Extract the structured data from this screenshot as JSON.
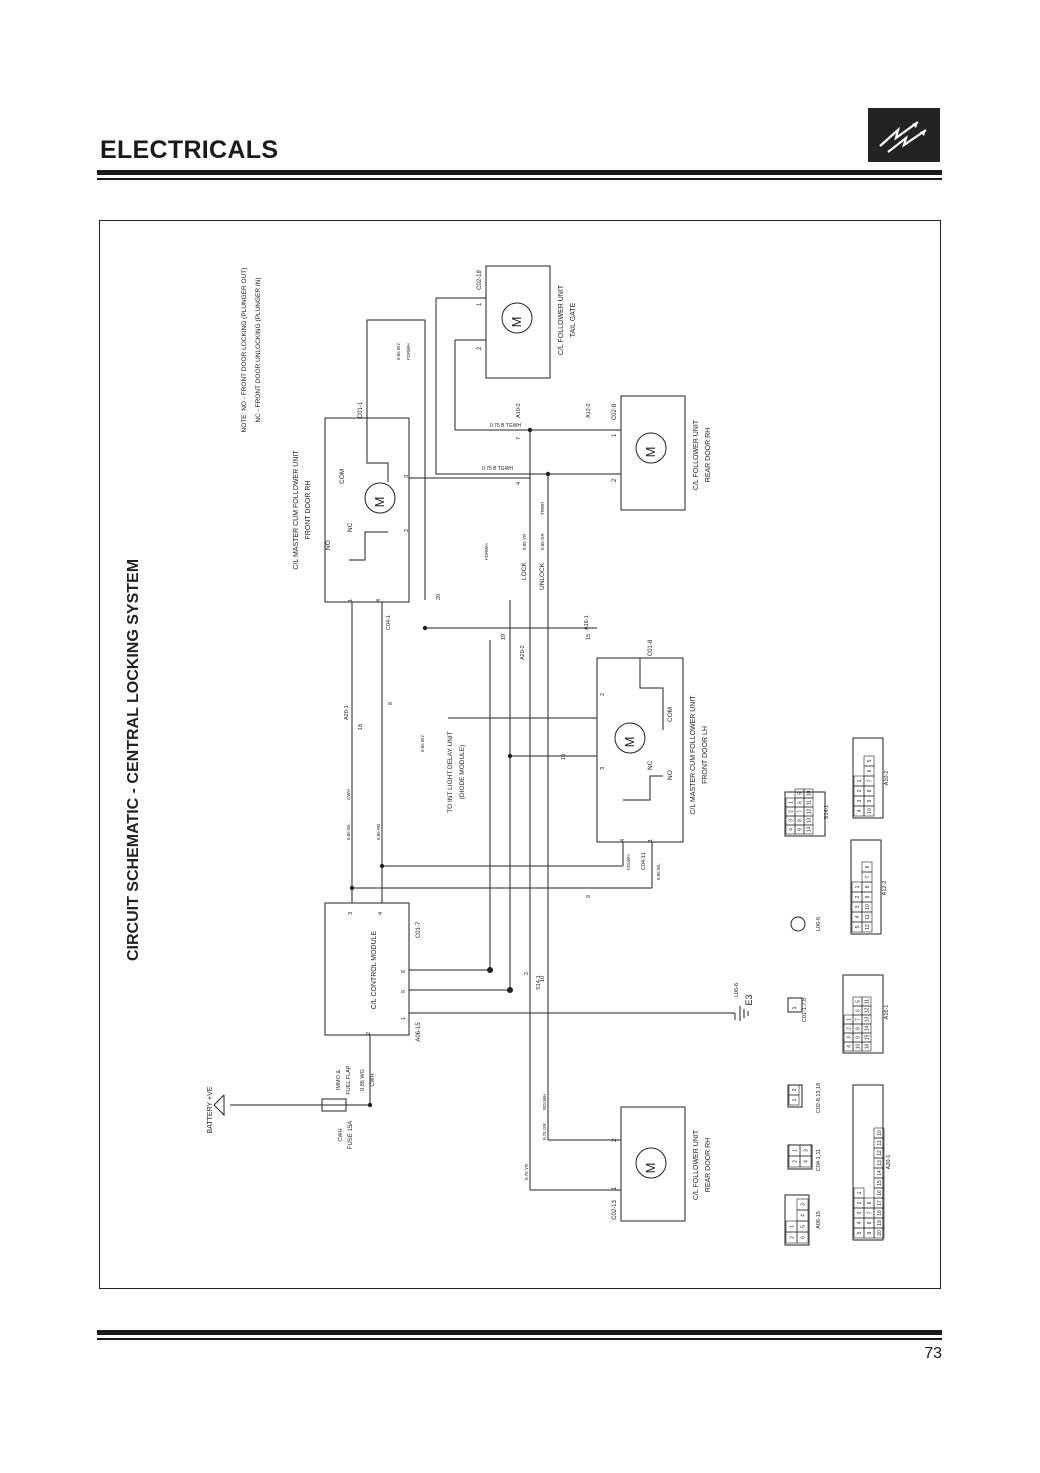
{
  "header": {
    "title": "ELECTRICALS",
    "page_number": "73"
  },
  "diagram": {
    "title": "CIRCUIT SCHEMATIC - CENTRAL LOCKING SYSTEM",
    "notes": {
      "no": "NOTE: NO - FRONT DOOR LOCKING (PLUNGER OUT)",
      "nc": "NC - FRONT DOOR UNLOCKING (PLUNGER IN)"
    },
    "components": {
      "tail_gate": {
        "label": "C/L FOLLOWER UNIT",
        "sub": "TAIL GATE",
        "conn": "C02-18",
        "pin1": "1",
        "pin2": "2"
      },
      "rear_rh_top": {
        "label": "C/L FOLLOWER UNIT",
        "sub": "REAR DOOR RH",
        "conn": "C02-8",
        "pin1": "1",
        "pin2": "2"
      },
      "front_rh": {
        "label": "C/L MASTER CUM FOLLOWER UNIT",
        "sub": "FRONT DOOR RH",
        "conn": "C01-1",
        "no": "NO",
        "nc": "NC",
        "com": "COM",
        "pin1": "1",
        "pin2": "2",
        "pin3": "3",
        "pin4": "4"
      },
      "front_lh": {
        "label": "C/L MASTER CUM FOLLOWER UNIT",
        "sub": "FRONT DOOR LH",
        "conn": "C01-8",
        "no": "NO",
        "nc": "NC",
        "com": "COM",
        "pin1": "1",
        "pin2": "2",
        "pin3": "3",
        "pin4": "4"
      },
      "control_module": {
        "label": "C/L CONTROL MODULE",
        "conn": "C01-7",
        "conn2": "A06-15",
        "pin1": "1",
        "pin2": "2",
        "pin3": "3",
        "pin4": "4",
        "pin5": "5",
        "pin6": "6"
      },
      "rear_rh_bottom": {
        "label": "C/L FOLLOWER UNIT",
        "sub": "REAR DOOR RH",
        "conn": "C02-13",
        "pin1": "1",
        "pin2": "2"
      },
      "diode_module": {
        "label": "TO INT LIGHT DELAY UNIT",
        "sub": "(DIODE MODULE)"
      },
      "battery": {
        "label": "BATTERY +VE"
      },
      "fuse": {
        "label": "FUSE 15A",
        "wire": "CWH"
      },
      "immo": {
        "line1": "IMMO &",
        "line2": "FUEL FLAP",
        "wire1": "0.85 WG",
        "wire2": "CWH"
      },
      "ground": {
        "label": "E3",
        "conn": "L06-6"
      }
    },
    "wire_labels": {
      "tgwh_top": "0.75 B TGWH",
      "tgwh_bottom": "0.75 B TGWH",
      "a10_2": "A10-2",
      "a12_2": "A12-2",
      "by_fdrwh": "0.85 B/Y",
      "fdrwh": "FDRWH",
      "lock": "LOCK",
      "unlock": "UNLOCK",
      "yr_085": "0.85 YR",
      "gr_085": "0.85 GR",
      "trwh": "TRWH",
      "fdrwh2": "FDRWH",
      "cwh": "CWH",
      "bl_085": "0.85 B/L",
      "rb_085": "0.85 RB",
      "a20_1": "A20-1",
      "a20_2": "A20-2",
      "c04_1": "C04-1",
      "a16_1": "A16-1",
      "s14_1": "S14-1",
      "by_cwh": "0.85 B/Y",
      "fdlwh": "FDLWH",
      "c04_11": "C04-11",
      "bl_cwh": "0.85 B/L",
      "yr_075": "0.75 YR",
      "gr_075": "0.75 GR",
      "rdlwh": "RDLWH",
      "pin_7": "7",
      "pin_4": "4",
      "pin_20": "20",
      "pin_19": "19",
      "pin_15": "15",
      "pin_16": "16",
      "pin_18": "18",
      "pin_8": "8",
      "pin_9": "9",
      "pin_10": "10",
      "pin_2": "2"
    },
    "connectors": {
      "s14": {
        "name": "S14-1",
        "rows": [
          [
            "4",
            "3",
            "2",
            "1"
          ],
          [
            "9",
            "8",
            "7",
            "6",
            "5"
          ],
          [
            "14",
            "13",
            "12",
            "11",
            "10"
          ]
        ]
      },
      "a10": {
        "name": "A10-2",
        "rows": [
          [
            "4",
            "3",
            "2",
            "1"
          ],
          [
            "10",
            "9",
            "8",
            "7",
            "6",
            "5"
          ]
        ]
      },
      "a12": {
        "name": "A12-2",
        "rows": [
          [
            "5",
            "4",
            "3",
            "2",
            "1"
          ],
          [
            "12",
            "11",
            "10",
            "9",
            "8",
            "7",
            "6"
          ]
        ]
      },
      "l06": {
        "name": "L06-6"
      },
      "c01": {
        "name": "C01-1,7,8",
        "pin": "1"
      },
      "a16": {
        "name": "A16-1",
        "rows": [
          [
            "4",
            "3",
            "2",
            "1"
          ],
          [
            "10",
            "9",
            "8",
            "7",
            "6",
            "5"
          ],
          [
            "16",
            "15",
            "14",
            "13",
            "12",
            "11"
          ]
        ]
      },
      "c02": {
        "name": "C02-8,13,18",
        "rows": [
          [
            "1",
            "2"
          ]
        ]
      },
      "c04": {
        "name": "C04-1,11",
        "rows": [
          [
            "2",
            "1"
          ],
          [
            "4",
            "3"
          ]
        ]
      },
      "a06": {
        "name": "A06-15",
        "rows": [
          [
            "2",
            "1"
          ],
          [
            "6",
            "5",
            "4",
            "3"
          ]
        ]
      },
      "a20": {
        "name": "A20-1",
        "rows": [
          [
            "5",
            "4",
            "3",
            "2",
            "1"
          ],
          [
            "9",
            "8",
            "7",
            "6"
          ],
          [
            "20",
            "19",
            "18",
            "17",
            "16",
            "15",
            "14",
            "13",
            "12",
            "11",
            "10"
          ]
        ]
      }
    }
  }
}
